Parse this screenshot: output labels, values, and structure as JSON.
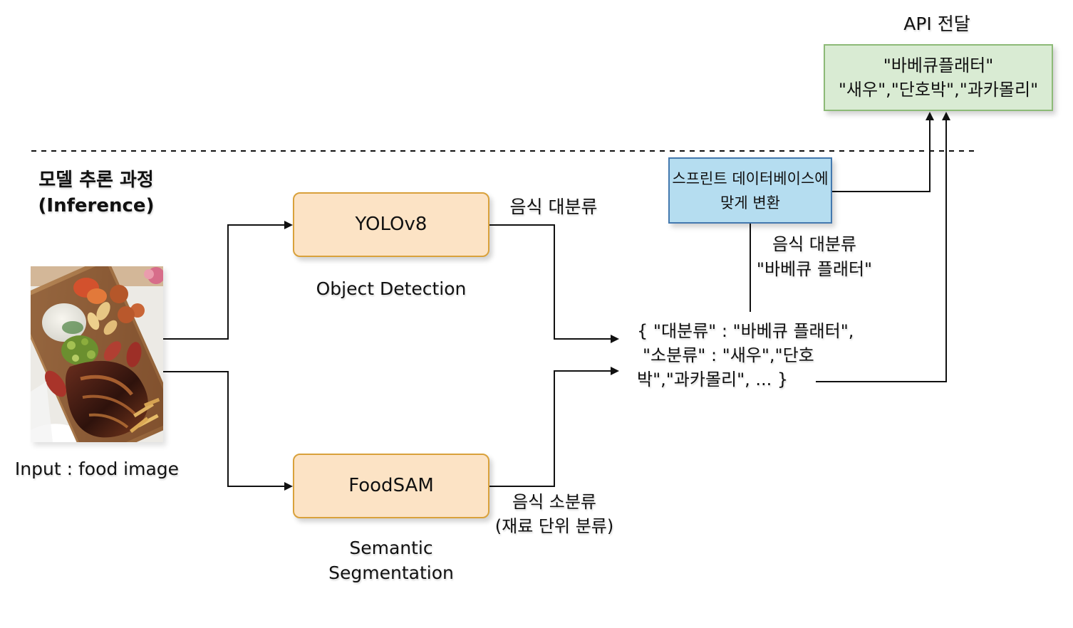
{
  "colors": {
    "model_fill": "#FCE3C5",
    "model_border": "#D9A13B",
    "api_fill": "#D9EBD3",
    "api_border": "#8DBA77",
    "convert_fill": "#B5DDF0",
    "convert_border": "#4479AF",
    "line": "#111111",
    "dashed": "#111111"
  },
  "header": {
    "api_title": "API 전달",
    "section_title_line1": "모델 추론 과정",
    "section_title_line2": "(Inference)"
  },
  "api_box": {
    "line1": "\"바베큐플래터\"",
    "line2": "\"새우\",\"단호박\",\"과카몰리\""
  },
  "convert_box": {
    "line1": "스프린트 데이터베이스에",
    "line2": "맞게 변환"
  },
  "models": {
    "yolo": {
      "label": "YOLOv8",
      "caption": "Object Detection"
    },
    "foodsam": {
      "label": "FoodSAM",
      "caption_line1": "Semantic",
      "caption_line2": "Segmentation"
    }
  },
  "input": {
    "caption": "Input : food image"
  },
  "connections": {
    "yolo_output": "음식 대분류",
    "foodsam_output_line1": "음식 소분류",
    "foodsam_output_line2": "(재료 단위 분류)",
    "to_convert_line1": "음식 대분류",
    "to_convert_line2": "\"바베큐 플래터\""
  },
  "result": {
    "line1": "{ \"대분류\" : \"바베큐 플래터\",",
    "line2": "\"소분류\" : \"새우\",\"단호",
    "line3": "박\",\"과카몰리\", ... }"
  }
}
